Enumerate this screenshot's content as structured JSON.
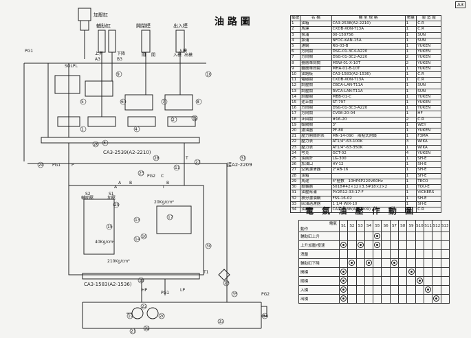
{
  "title": "油 路 圖",
  "page_code": "A3",
  "parts_table": {
    "headers": [
      "編號",
      "名 稱",
      "機 型 規 格",
      "數量",
      "製 造 廠"
    ],
    "rows": [
      [
        "1",
        "油箱",
        "CA3-2538(A2-2210)",
        "1",
        "C.R"
      ],
      [
        "2",
        "馬達",
        "CXDB-XON-T13A",
        "1",
        "C.R"
      ],
      [
        "3",
        "泵浦",
        "00-150756",
        "1",
        "SUN"
      ],
      [
        "4",
        "泵浦",
        "NFDC-KAN-15A",
        "1",
        "SUN"
      ],
      [
        "5",
        "濾網",
        "RG-03-B",
        "1",
        "YUKEN"
      ],
      [
        "6",
        "方向閥",
        "DSG-01-3C4-A220",
        "1",
        "YUKEN"
      ],
      [
        "7",
        "方向閥",
        "DSG-01-3C2-A220",
        "2",
        "YUKEN"
      ],
      [
        "8",
        "疊層單向閥",
        "MSW-01-X-10T",
        "2",
        "YUKEN"
      ],
      [
        "9",
        "疊層單向閥",
        "MHA-01-B-10T",
        "1",
        "YUKEN"
      ],
      [
        "10",
        "油路板",
        "CA3-1583(A2-1536)",
        "1",
        "C.R"
      ],
      [
        "11",
        "電磁閥",
        "CXDB-XON-T13A",
        "1",
        "C.R"
      ],
      [
        "12",
        "調壓閥",
        "CBCA-LAN-T11A",
        "1",
        "SUN"
      ],
      [
        "13",
        "調壓閥",
        "RVCA-LAN-T11A",
        "1",
        "SUN"
      ],
      [
        "14",
        "調壓閥",
        "MBB-01-C",
        "1",
        "YUKEN"
      ],
      [
        "15",
        "逆止閥",
        "ST-797",
        "1",
        "YUKEN"
      ],
      [
        "16",
        "方向閥",
        "DSG-01-3C3-A220",
        "1",
        "YUKEN"
      ],
      [
        "17",
        "方向閥",
        "CV08-20-04",
        "1",
        "HF"
      ],
      [
        "18",
        "止回閥",
        "#16-20",
        "2",
        "C.R"
      ],
      [
        "19",
        "蝶閥閥",
        "3\"",
        "1",
        "WEY"
      ],
      [
        "20",
        "濾油器",
        "PF-80",
        "1",
        "YUKEN"
      ],
      [
        "21",
        "壓力開關附表",
        "MN-14-090　兩點式附鎖",
        "1",
        "F3MA"
      ],
      [
        "22",
        "壓力表",
        "AT1/4\"-63-100K",
        "3",
        "WIKA"
      ],
      [
        "23",
        "壓力表",
        "AT1/4\"-63-350K",
        "1",
        "WIKA"
      ],
      [
        "24",
        "考克",
        "GCT-02",
        "4",
        "YUKEN"
      ],
      [
        "25",
        "油面計",
        "LG-300",
        "1",
        "SH-E"
      ],
      [
        "26",
        "加油口",
        "HY-12",
        "1",
        "SH-E"
      ],
      [
        "27",
        "空氣濾清器",
        "2\"AB-16",
        "1",
        "SH-E"
      ],
      [
        "28",
        "油箱",
        "",
        "1",
        "SH-E"
      ],
      [
        "29",
        "馬達",
        "4\"極數　10HP6P220V60Hz",
        "1",
        "TECO"
      ],
      [
        "30",
        "聯軸器",
        "5018#42×12×3.5#18×2×2",
        "1",
        "TOU-E"
      ],
      [
        "31",
        "油壓幫浦",
        "PV2R12-33-17-F",
        "1",
        "VICKERS"
      ],
      [
        "32",
        "積分濾油網",
        "FSS-16-02",
        "1",
        "SH-E"
      ],
      [
        "33",
        "回油過濾器",
        "1 1/4 WIX-10",
        "1",
        "SH-E"
      ],
      [
        "34",
        "油路板",
        "CA3-2538(A2-2209)",
        "1",
        "C.R"
      ]
    ]
  },
  "operation_chart": {
    "title": "電 氣 油 壓 作 動 圖",
    "corner_top": "電氣",
    "corner_bottom": "動作",
    "columns": [
      "S1",
      "S2",
      "S3",
      "S4",
      "S5",
      "S6",
      "S7",
      "S8",
      "S9",
      "S10",
      "S11",
      "S12",
      "S13"
    ],
    "rows": [
      {
        "label": "輔助缸上升",
        "on": [
          4
        ]
      },
      {
        "label": "上升加壓/慢速",
        "on": [
          0,
          2,
          4
        ]
      },
      {
        "label": "洩壓",
        "on": []
      },
      {
        "label": "輔助缸下降",
        "on": [
          1,
          3,
          6
        ]
      },
      {
        "label": "開模",
        "on": [
          0,
          8
        ]
      },
      {
        "label": "關模",
        "on": [
          0,
          9
        ]
      },
      {
        "label": "入模",
        "on": [
          0,
          10
        ]
      },
      {
        "label": "出模",
        "on": [
          0,
          11
        ]
      }
    ]
  },
  "schematic": {
    "cylinders": [
      "加壓缸",
      "輔助缸",
      "開閉模",
      "出入模"
    ],
    "ports": [
      "上昇",
      "下降",
      "A3",
      "B3",
      "關",
      "開",
      "入模",
      "出模"
    ],
    "manifold_upper_label": "CA3-2539(A2-2210)",
    "manifold_lower_label": "CA3-1583(A2-1536)",
    "line_label": "接A2-2209",
    "pressure_labels": [
      "20Kg/cm²",
      "40Kg/cm²",
      "210Kg/cm²"
    ],
    "valve_labels": [
      "S2",
      "S1",
      "輔助壓",
      "加壓"
    ],
    "pressure_gauges": [
      "PG1",
      "PG1",
      "PG2",
      "PG1",
      "PG2"
    ],
    "port_letters": [
      "P",
      "T",
      "A",
      "B",
      "C",
      "B",
      "A",
      "T",
      "HP",
      "LP",
      "T1"
    ],
    "misc_labels": [
      "SOLPL",
      "入模"
    ],
    "numbers": [
      "1",
      "2",
      "3",
      "4",
      "5",
      "6",
      "7",
      "8",
      "9",
      "10",
      "11",
      "12",
      "13",
      "14",
      "15",
      "16",
      "17",
      "18",
      "19",
      "20",
      "21",
      "22",
      "23",
      "24",
      "25",
      "26",
      "27",
      "28",
      "29",
      "30",
      "31",
      "32",
      "33",
      "34",
      "35"
    ]
  },
  "colors": {
    "ink": "#1a1a1a",
    "paper": "#f4f4f2"
  }
}
